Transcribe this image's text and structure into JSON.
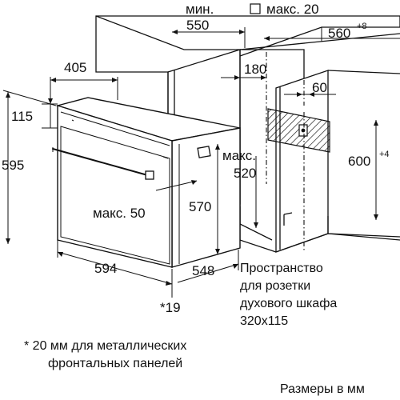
{
  "labels": {
    "min_label": "мин.",
    "dim_550": "550",
    "max20": "макс. 20",
    "dim_560": "560",
    "dim_560_sup": "+8",
    "dim_405": "405",
    "dim_180": "180",
    "dim_60": "60",
    "dim_115": "115",
    "dim_595": "595",
    "max_label": "макс.",
    "dim_520": "520",
    "dim_600": "600",
    "dim_600_sup": "+4",
    "max50": "макс. 50",
    "dim_570": "570",
    "dim_594": "594",
    "dim_548": "548",
    "star19": "*19"
  },
  "socket_note": {
    "line1": "Пространство",
    "line2": "для розетки",
    "line3": "духового шкафа",
    "line4": "320x115"
  },
  "footnote": {
    "line1": "* 20 мм для металлических",
    "line2": "фронтальных панелей"
  },
  "units": "Размеры в мм"
}
